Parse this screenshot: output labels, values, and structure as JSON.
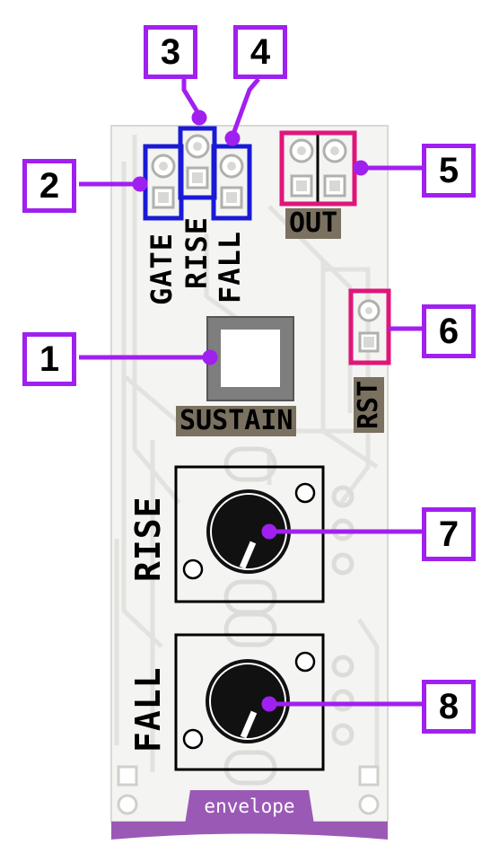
{
  "panel": {
    "module_name": "envelope",
    "labels": {
      "gate": "GATE",
      "rise": "RISE",
      "fall": "FALL",
      "out": "OUT",
      "sustain": "SUSTAIN",
      "rst": "RST",
      "knob_rise": "RISE",
      "knob_fall": "FALL"
    },
    "colors": {
      "panel": "#f4f4f2",
      "trace": "#e0e0dc",
      "label_bg": "#7a7160",
      "brand": "#9b59b6",
      "callout": "#a020f0",
      "blue_group": "#1a1ad6",
      "pink_group": "#e0157a"
    }
  },
  "callouts": [
    "1",
    "2",
    "3",
    "4",
    "5",
    "6",
    "7",
    "8"
  ]
}
